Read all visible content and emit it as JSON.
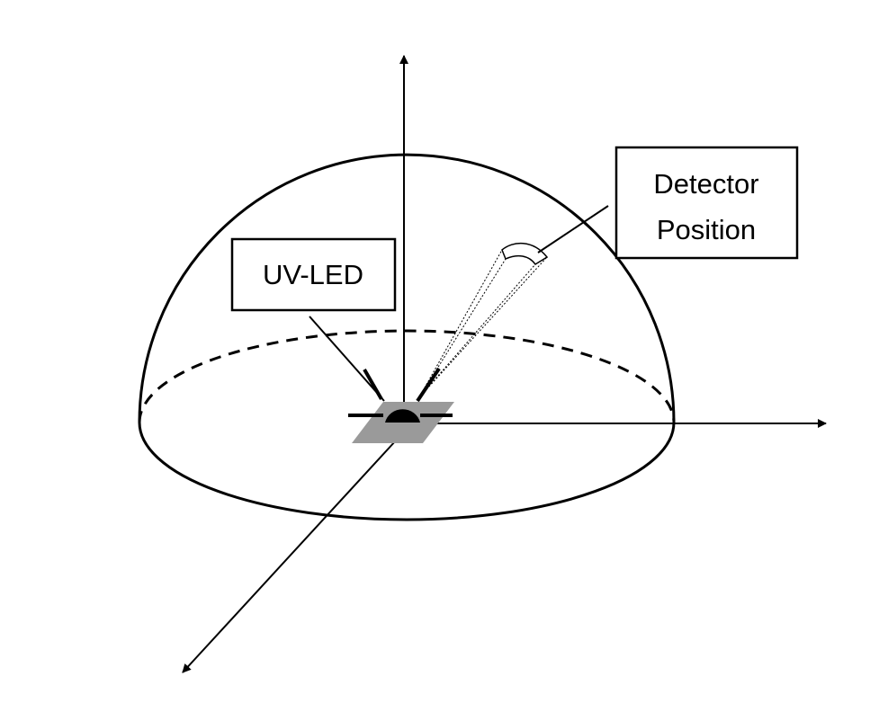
{
  "labels": {
    "uv_led": "UV-LED",
    "detector_line1": "Detector",
    "detector_line2": "Position"
  },
  "colors": {
    "stroke": "#000000",
    "substrate": "#9a9a9a",
    "background": "#ffffff"
  }
}
